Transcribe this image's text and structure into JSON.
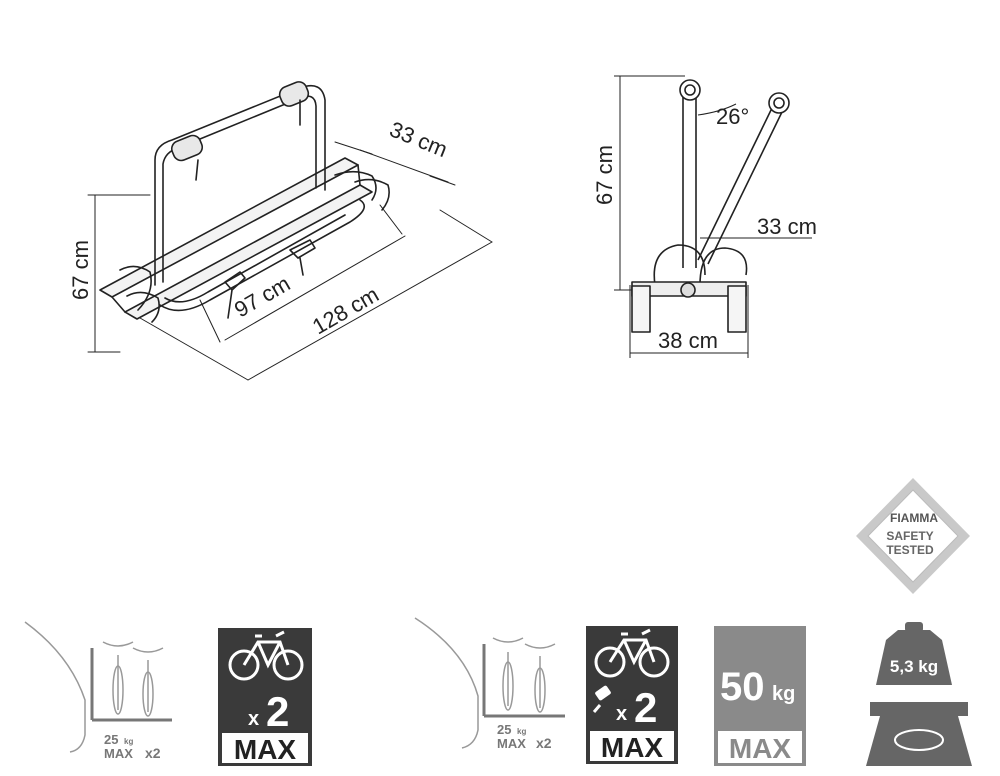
{
  "perspective_view": {
    "height_label": "67 cm",
    "depth_label": "33 cm",
    "inner_length_label": "97 cm",
    "total_length_label": "128 cm"
  },
  "side_view": {
    "height_label": "67 cm",
    "angle_label": "26°",
    "arm_reach_label": "33 cm",
    "base_width_label": "38 cm"
  },
  "safety_badge": {
    "brand": "FIAMMA",
    "line1": "SAFETY",
    "line2": "TESTED"
  },
  "icons": {
    "set1": {
      "load_weight": "25",
      "load_unit": "kg",
      "load_max": "MAX",
      "load_count": "x2",
      "bikes_mult": "x",
      "bikes_count": "2",
      "bikes_max": "MAX"
    },
    "set2": {
      "load_weight": "25",
      "load_unit": "kg",
      "load_max": "MAX",
      "load_count": "x2",
      "bikes_mult": "x",
      "bikes_count": "2",
      "bikes_max": "MAX",
      "capacity_value": "50",
      "capacity_unit": "kg",
      "capacity_max": "MAX",
      "product_weight": "5,3 kg"
    }
  }
}
